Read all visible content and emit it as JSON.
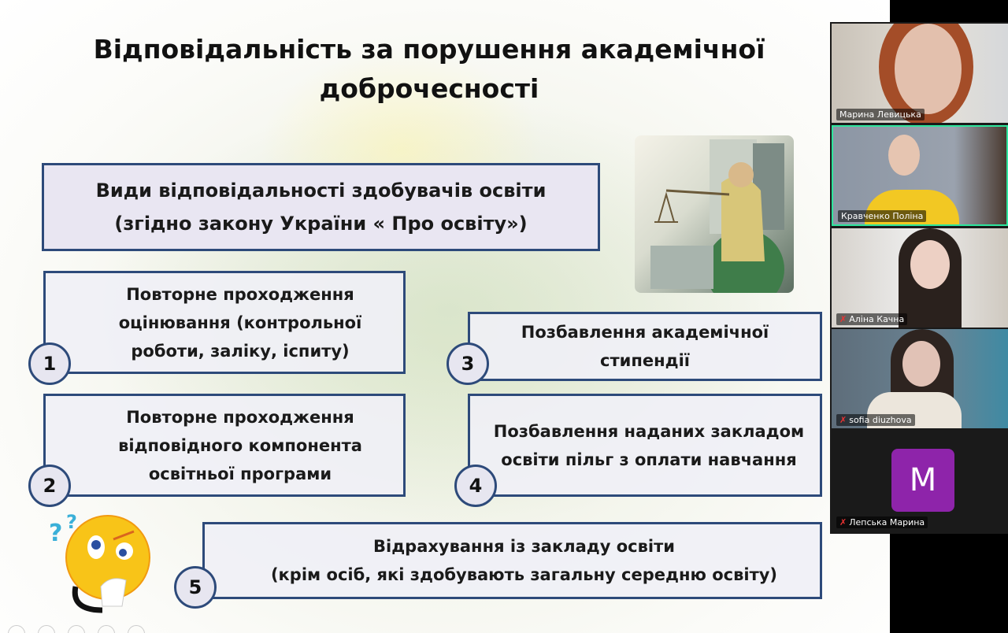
{
  "slide": {
    "title": "Відповідальність за порушення академічної доброчесності",
    "header_box": {
      "line1": "Види відповідальності здобувачів освіти",
      "line2": "(згідно закону України « Про освіту»)"
    },
    "items": [
      {
        "number": "1",
        "text": "Повторне проходження оцінювання (контрольної роботи, заліку, іспиту)"
      },
      {
        "number": "2",
        "text": "Повторне проходження відповідного компонента освітньої програми"
      },
      {
        "number": "3",
        "text": "Позбавлення академічної стипендії"
      },
      {
        "number": "4",
        "text": "Позбавлення наданих закладом освіти пільг з оплати навчання"
      },
      {
        "number": "5",
        "line1": "Відрахування із закладу освіти",
        "line2": "(крім осіб, які здобувають загальну середню освіту)"
      }
    ]
  },
  "gallery": {
    "participants": [
      {
        "name": "Марина Левицька",
        "muted": false
      },
      {
        "name": "Кравченко Поліна",
        "muted": false,
        "active_speaker": true
      },
      {
        "name": "Аліна Качна",
        "muted": true
      },
      {
        "name": "sofia diuzhova",
        "muted": true
      },
      {
        "name": "Лепська Марина",
        "muted": true,
        "avatar_letter": "M",
        "avatar_color": "#8e24aa"
      }
    ],
    "active_border_color": "#2ee59d"
  }
}
